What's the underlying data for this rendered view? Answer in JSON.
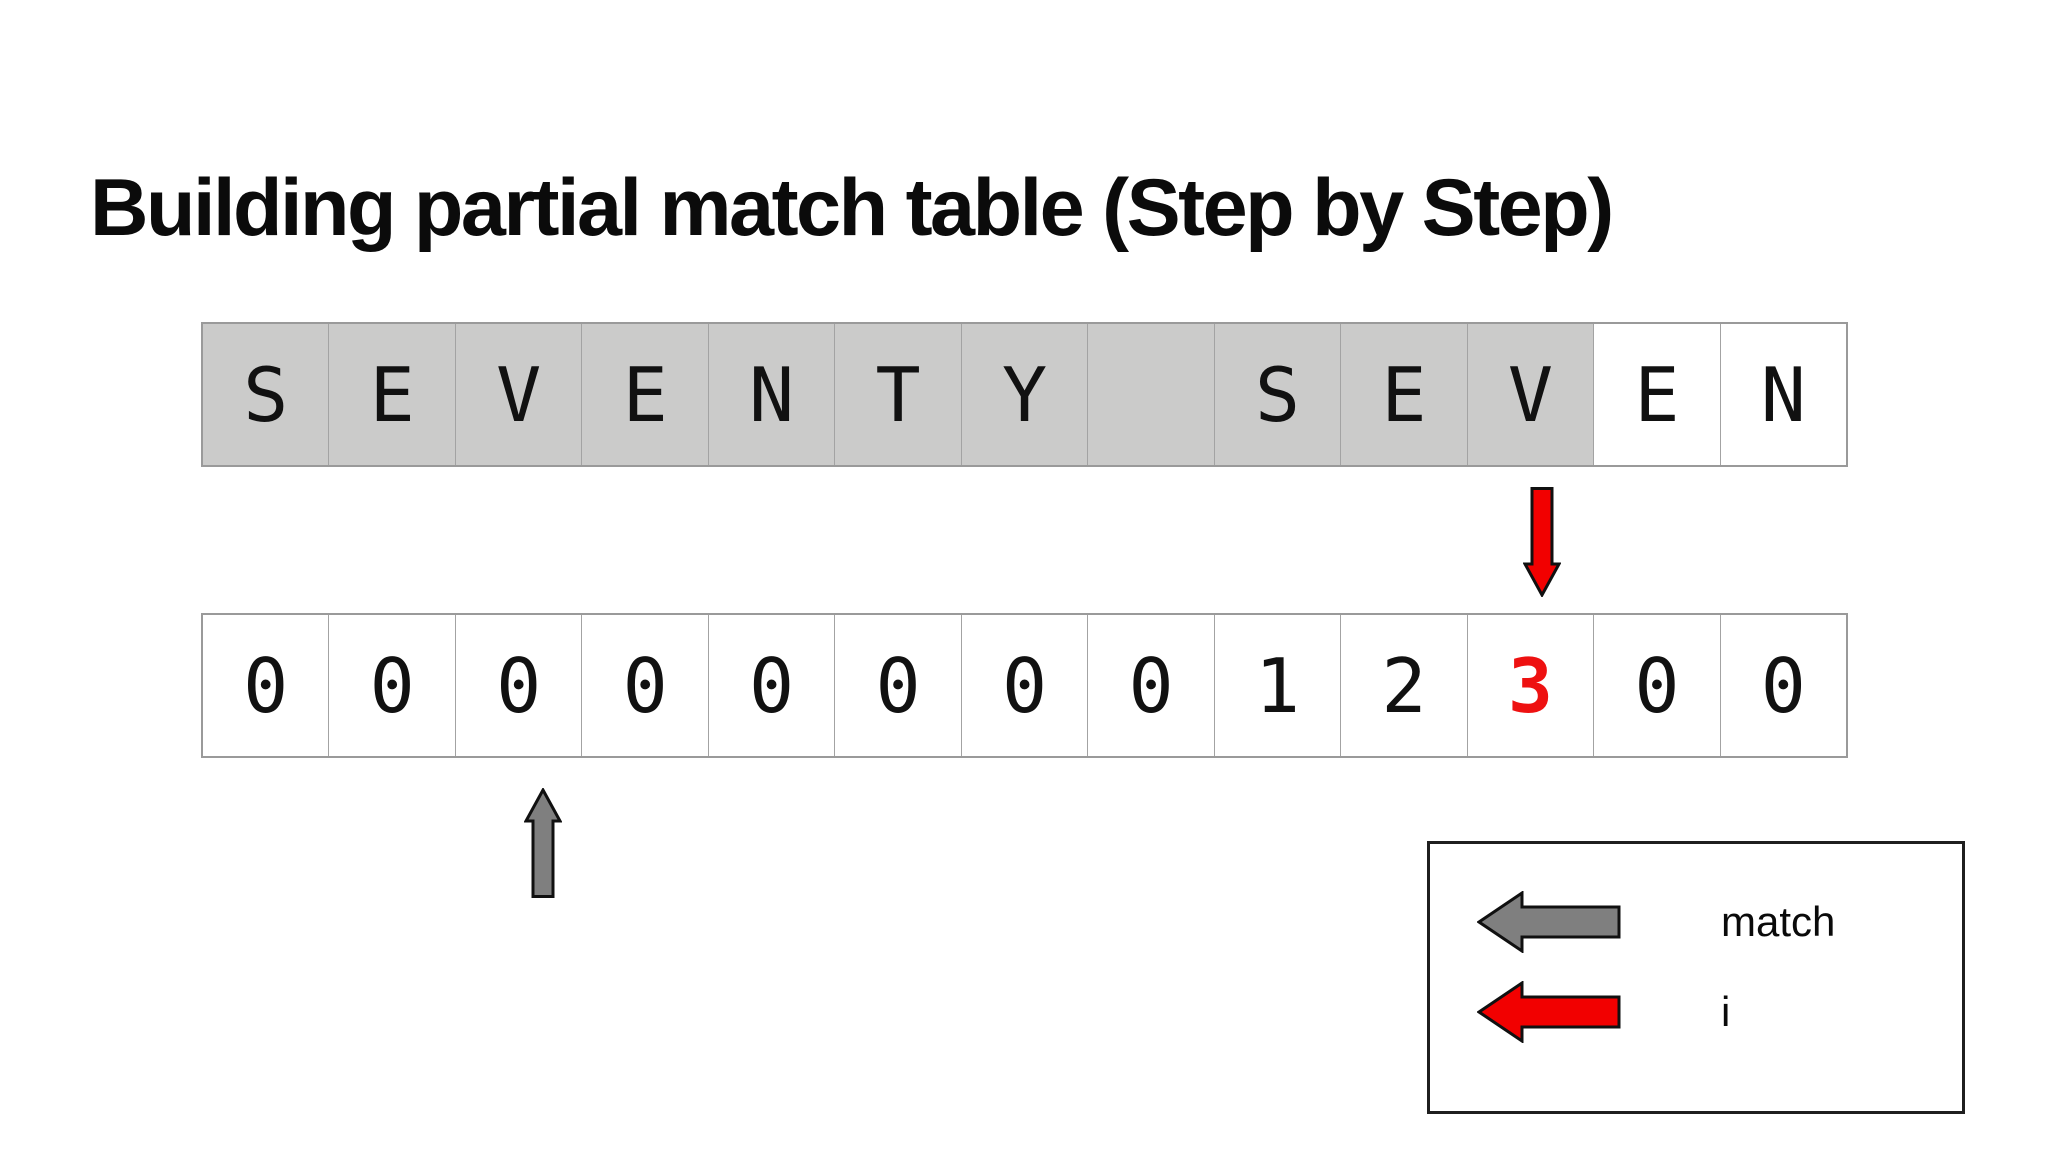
{
  "title": "Building partial match table (Step by Step)",
  "pattern_row": {
    "cells": [
      "S",
      "E",
      "V",
      "E",
      "N",
      "T",
      "Y",
      "",
      "S",
      "E",
      "V",
      "E",
      "N"
    ],
    "shaded_count": 11,
    "word": "SEVENTY SEVEN"
  },
  "table_row": {
    "values": [
      "0",
      "0",
      "0",
      "0",
      "0",
      "0",
      "0",
      "0",
      "1",
      "2",
      "3",
      "0",
      "0"
    ],
    "highlight_index": 10,
    "highlight_value": "3"
  },
  "pointers": {
    "i_pointer": {
      "label": "i",
      "direction": "down",
      "cell_index": 10,
      "color": "#f20000"
    },
    "match_pointer": {
      "label": "match",
      "direction": "up",
      "cell_index": 2,
      "color": "#7f7f7f"
    }
  },
  "legend": {
    "items": [
      {
        "label": "match",
        "arrow_color": "#7f7f7f",
        "arrow_direction": "left"
      },
      {
        "label": "i",
        "arrow_color": "#f20000",
        "arrow_direction": "left"
      }
    ]
  },
  "colors": {
    "background": "#ffffff",
    "ink": "#0b0b0b",
    "cell_shaded": "#cbcbca",
    "cell_border": "#a3a3a3",
    "red_arrow": "#f20000",
    "red_text": "#ee1111",
    "gray_arrow": "#7f7f7f",
    "legend_border": "#1f1f1f"
  }
}
